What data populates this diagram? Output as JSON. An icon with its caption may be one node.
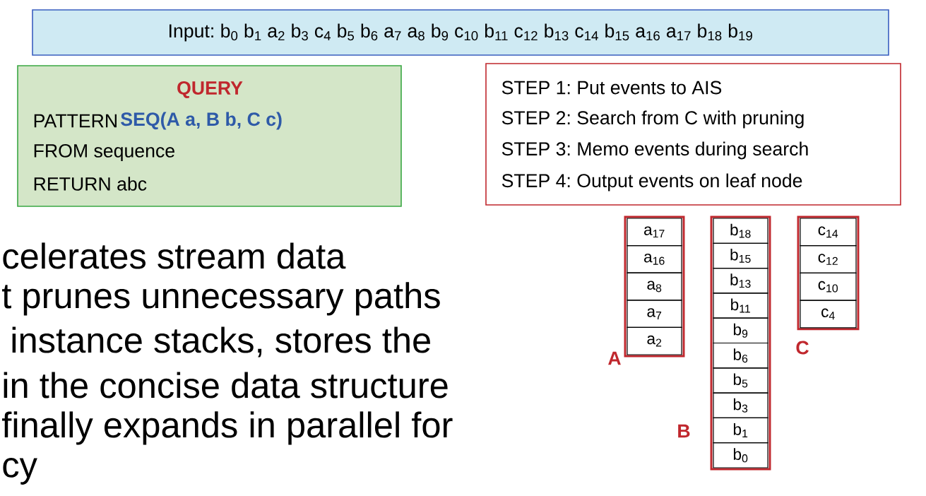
{
  "diagram": {
    "nodes": [
      {
        "text": [
          "Input: b$_{0}$ b$_{1}$ a$_{2}$ b$_{3}$ c$_{4}$ b$_{5}$ b$_{6}$ a$_{7}$ a$_{8}$ b$_{9}$ c$_{10}$ b$_{11}$ c$_{12}$ b$_{13}$ c$_{14}$ b$_{15}$ a$_{16}$ a$_{17}$ b$_{18}$ b$_{19}$"
        ]
      },
      {
        "text": [
          "QUERY",
          "PATTERN",
          "SEQ(A a, B b, C c)",
          "FROM sequence",
          "RETURN abc"
        ]
      },
      {
        "text": [
          "STEP 1: Put events to AIS",
          "STEP 2: Search from C with pruning",
          "STEP 3: Memo events during search",
          "STEP 4: Output events on leaf node"
        ]
      },
      {
        "text": [],
        "shape": "box",
        "beside": [
          "A"
        ]
      },
      {
        "text": [
          "a$_{17}$"
        ],
        "in": 3
      },
      {
        "text": [
          "a$_{16}$"
        ],
        "in": 3
      },
      {
        "text": [
          "a$_{8}$"
        ],
        "in": 3
      },
      {
        "text": [
          "a$_{7}$"
        ],
        "in": 3
      },
      {
        "text": [
          "a$_{2}$"
        ],
        "in": 3
      },
      {
        "text": [],
        "shape": "box",
        "beside": [
          "B"
        ]
      },
      {
        "text": [
          "b$_{18}$"
        ],
        "in": 9
      },
      {
        "text": [
          "b$_{15}$"
        ],
        "in": 9
      },
      {
        "text": [
          "b$_{13}$"
        ],
        "in": 9
      },
      {
        "text": [
          "b$_{11}$"
        ],
        "in": 9
      },
      {
        "text": [
          "b$_{9}$"
        ],
        "in": 9
      },
      {
        "text": [
          "b$_{6}$"
        ],
        "in": 9
      },
      {
        "text": [
          "b$_{5}$"
        ],
        "in": 9
      },
      {
        "text": [
          "b$_{3}$"
        ],
        "in": 9
      },
      {
        "text": [
          "b$_{1}$"
        ],
        "in": 9
      },
      {
        "text": [
          "b$_{0}$"
        ],
        "in": 9
      },
      {
        "text": [],
        "shape": "box",
        "beside": [
          "C"
        ]
      },
      {
        "text": [
          "c$_{14}$"
        ],
        "in": 20
      },
      {
        "text": [
          "c$_{12}$"
        ],
        "in": 20
      },
      {
        "text": [
          "c$_{10}$"
        ],
        "in": 20
      },
      {
        "text": [
          "c$_{4}$"
        ],
        "in": 20
      }
    ],
    "labels": [
      "celerates stream data",
      "t prunes unnecessary paths",
      "instance stacks, stores the",
      "in the concise data structure",
      "finally expands in parallel for",
      "cy"
    ]
  }
}
